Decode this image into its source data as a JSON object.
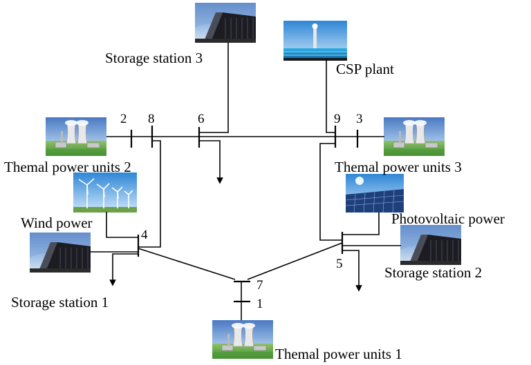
{
  "labels": {
    "storage_station_3": "Storage station 3",
    "csp_plant": "CSP plant",
    "thermal_units_2": "Themal power units 2",
    "thermal_units_3": "Themal power units 3",
    "wind_power": "Wind power",
    "photovoltaic_power": "Photovoltaic power",
    "storage_station_1": "Storage station 1",
    "storage_station_2": "Storage station 2",
    "thermal_units_1": "Themal power units 1"
  },
  "buses": {
    "b1": "1",
    "b2": "2",
    "b3": "3",
    "b4": "4",
    "b5": "5",
    "b6": "6",
    "b7": "7",
    "b8": "8",
    "b9": "9"
  },
  "icons": {
    "storage": "storage-building-icon",
    "csp": "csp-plant-icon",
    "thermal": "thermal-power-plant-icon",
    "wind": "wind-turbine-icon",
    "pv": "solar-panel-icon"
  }
}
